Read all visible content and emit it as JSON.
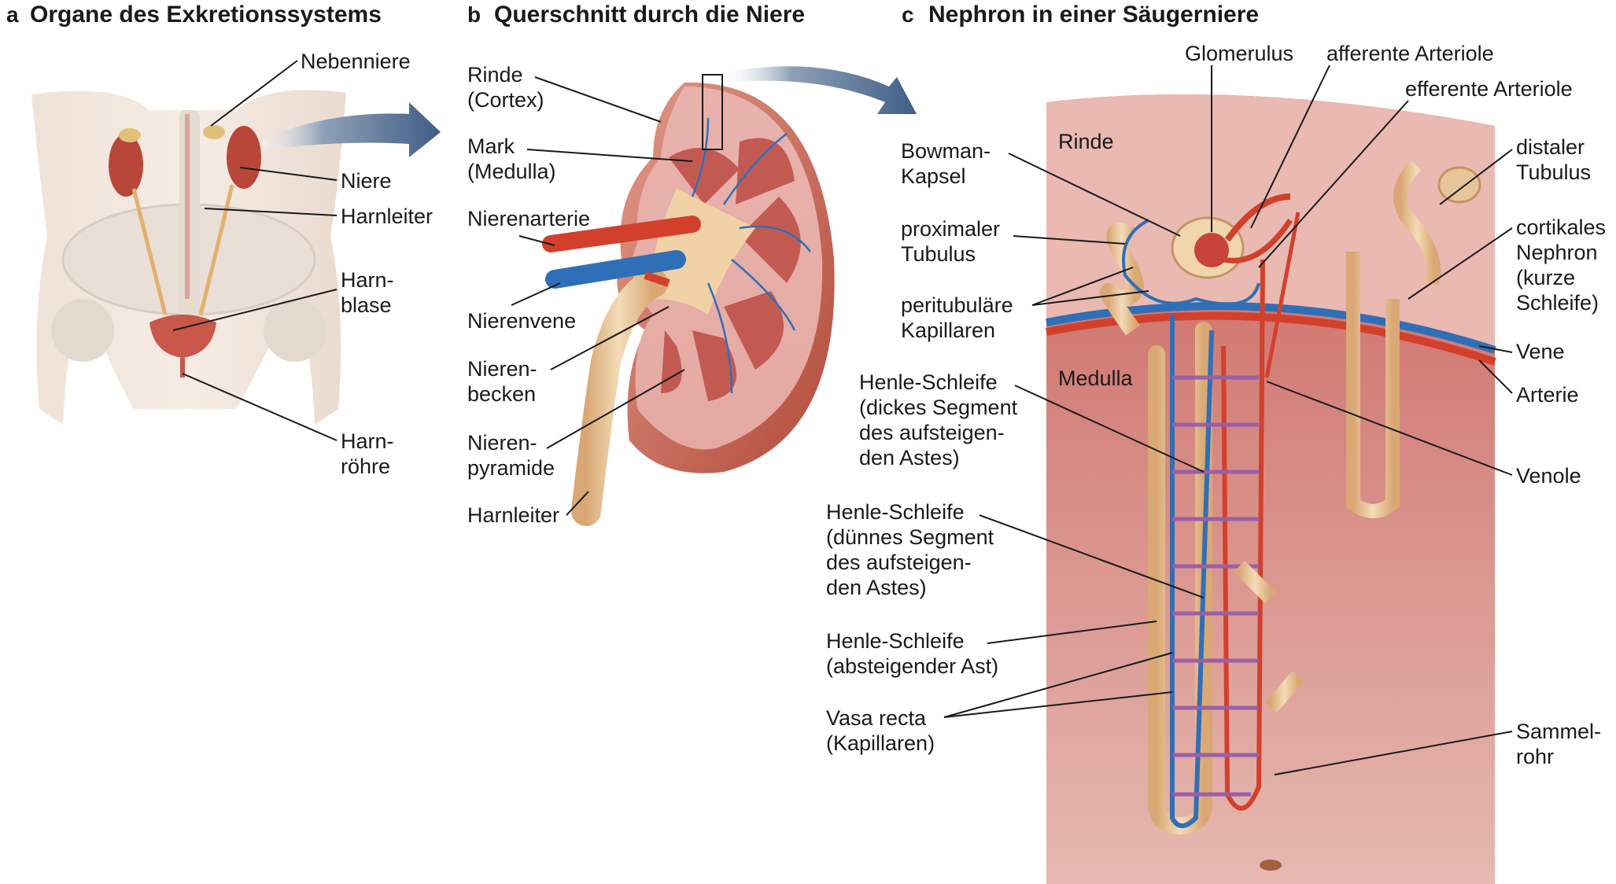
{
  "panels": {
    "a": {
      "letter": "a",
      "title": "Organe des Exkretionssystems"
    },
    "b": {
      "letter": "b",
      "title": "Querschnitt durch die Niere"
    },
    "c": {
      "letter": "c",
      "title": "Nephron in einer Säugerniere"
    }
  },
  "labels_a": {
    "nebenniere": "Nebenniere",
    "niere": "Niere",
    "harnleiter": "Harnleiter",
    "harnblase": [
      "Harn-",
      "blase"
    ],
    "harnroehre": [
      "Harn-",
      "röhre"
    ]
  },
  "labels_b": {
    "rinde": [
      "Rinde",
      "(Cortex)"
    ],
    "mark": [
      "Mark",
      "(Medulla)"
    ],
    "nierenarterie": "Nierenarterie",
    "nierenvene": "Nierenvene",
    "nierenbecken": [
      "Nieren-",
      "becken"
    ],
    "nierenpyramide": [
      "Nieren-",
      "pyramide"
    ],
    "harnleiter": "Harnleiter"
  },
  "labels_c": {
    "glomerulus": "Glomerulus",
    "afferente": "afferente Arteriole",
    "efferente": "efferente Arteriole",
    "bowman": [
      "Bowman-",
      "Kapsel"
    ],
    "proximal": [
      "proximaler",
      "Tubulus"
    ],
    "peritubulaer": [
      "peritubuläre",
      "Kapillaren"
    ],
    "henle_dick": [
      "Henle-Schleife",
      "(dickes Segment",
      "des aufsteigen-",
      "den Astes)"
    ],
    "henle_duenn": [
      "Henle-Schleife",
      "(dünnes Segment",
      "des aufsteigen-",
      "den Astes)"
    ],
    "henle_ab": [
      "Henle-Schleife",
      " (absteigender Ast)"
    ],
    "vasa_recta": [
      "Vasa recta",
      "(Kapillaren)"
    ],
    "distal": [
      "distaler",
      "Tubulus"
    ],
    "kortikal": [
      "cortikales",
      "Nephron",
      "(kurze",
      "Schleife)"
    ],
    "vene": "Vene",
    "arterie": "Arterie",
    "venole": "Venole",
    "sammelrohr": [
      "Sammel-",
      "rohr"
    ],
    "zone_rinde": "Rinde",
    "zone_medulla": "Medulla"
  },
  "colors": {
    "artery": "#d2402c",
    "vein": "#2f6fb8",
    "tubule": "#e8c79a",
    "tissue": "#c8625c",
    "capillary": "#9a5fa6"
  }
}
